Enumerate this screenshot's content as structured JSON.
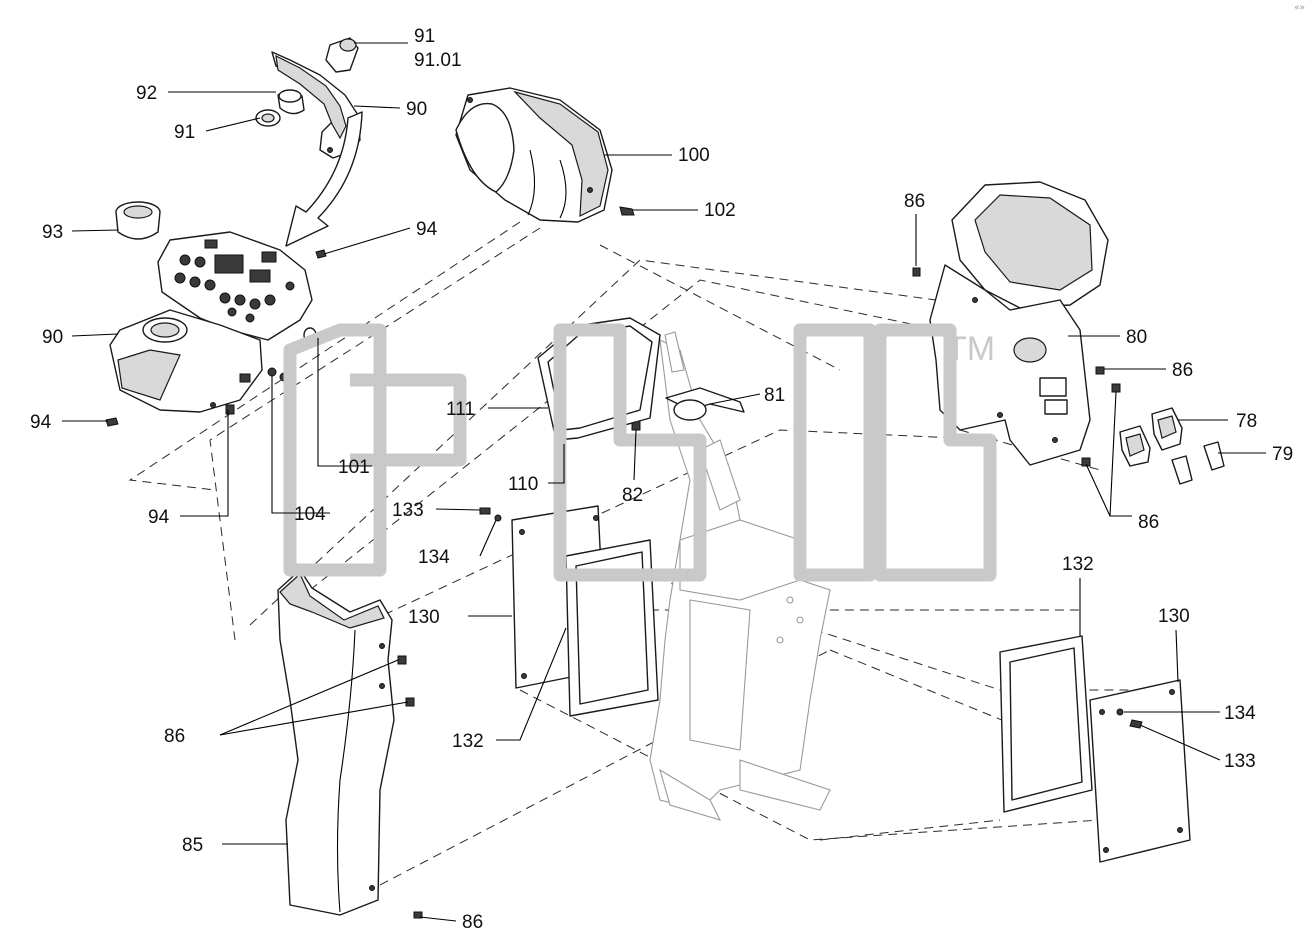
{
  "diagram": {
    "watermark": {
      "text": "TM"
    },
    "corner_mark": "«»",
    "callouts": [
      {
        "id": "c91a",
        "label": "91"
      },
      {
        "id": "c9101",
        "label": "91.01"
      },
      {
        "id": "c92",
        "label": "92"
      },
      {
        "id": "c91b",
        "label": "91"
      },
      {
        "id": "c90a",
        "label": "90"
      },
      {
        "id": "c100",
        "label": "100"
      },
      {
        "id": "c102",
        "label": "102"
      },
      {
        "id": "c93",
        "label": "93"
      },
      {
        "id": "c94a",
        "label": "94"
      },
      {
        "id": "c90b",
        "label": "90"
      },
      {
        "id": "c94b",
        "label": "94"
      },
      {
        "id": "c101",
        "label": "101"
      },
      {
        "id": "c104",
        "label": "104"
      },
      {
        "id": "c94c",
        "label": "94"
      },
      {
        "id": "c111",
        "label": "111"
      },
      {
        "id": "c110",
        "label": "110"
      },
      {
        "id": "c82",
        "label": "82"
      },
      {
        "id": "c81",
        "label": "81"
      },
      {
        "id": "c86a",
        "label": "86"
      },
      {
        "id": "c80",
        "label": "80"
      },
      {
        "id": "c86b",
        "label": "86"
      },
      {
        "id": "c78",
        "label": "78"
      },
      {
        "id": "c79",
        "label": "79"
      },
      {
        "id": "c86c",
        "label": "86"
      },
      {
        "id": "c133a",
        "label": "133"
      },
      {
        "id": "c134a",
        "label": "134"
      },
      {
        "id": "c130a",
        "label": "130"
      },
      {
        "id": "c132a",
        "label": "132"
      },
      {
        "id": "c86d",
        "label": "86"
      },
      {
        "id": "c85",
        "label": "85"
      },
      {
        "id": "c86e",
        "label": "86"
      },
      {
        "id": "c132b",
        "label": "132"
      },
      {
        "id": "c130b",
        "label": "130"
      },
      {
        "id": "c134b",
        "label": "134"
      },
      {
        "id": "c133b",
        "label": "133"
      }
    ]
  }
}
